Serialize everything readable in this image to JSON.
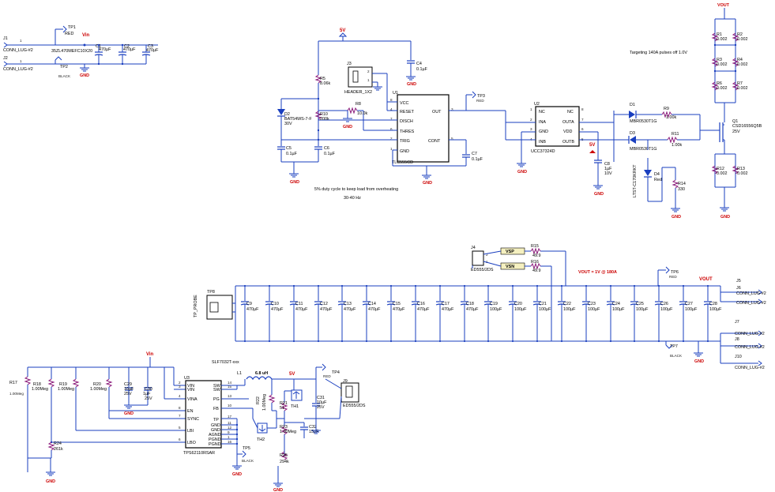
{
  "notes": {
    "targeting": "Targeting 140A pulses off 1.0V",
    "duty": "5% duty cycle to keep load from overheating",
    "freq": "30-40 Hz",
    "vout": "VOUT = 1V @ 180A"
  },
  "nets": {
    "vin": "Vin",
    "v5": "5V",
    "vout": "VOUT",
    "vsp": "VSP",
    "vsn": "VSN",
    "gnd": "GND"
  },
  "ics": {
    "u1": {
      "ref": "U1",
      "part": "TLC555CD",
      "pins_left": [
        "RESET",
        "DISCH",
        "THRES",
        "TRIG",
        "GND"
      ],
      "pin_vcc": "VCC",
      "pins_right": [
        "OUT",
        "CONT"
      ],
      "nums": [
        "8",
        "4",
        "7",
        "6",
        "2",
        "1",
        "3",
        "5"
      ]
    },
    "u2": {
      "ref": "U2",
      "part": "UCC37324D",
      "pins_left": [
        "NC",
        "INA",
        "GND",
        "INB"
      ],
      "pins_right": [
        "NC",
        "OUTA",
        "VDD",
        "OUTB"
      ],
      "nums_left": [
        "1",
        "2",
        "3",
        "4"
      ],
      "nums_right": [
        "8",
        "7",
        "6",
        "5"
      ]
    },
    "u3": {
      "ref": "U3",
      "part": "TPS62110RSAR",
      "pins_left": [
        "VIN",
        "VIN",
        "VINA",
        "EN",
        "SYNC",
        "LBI",
        "LBO"
      ],
      "pins_right": [
        "SW",
        "SW",
        "PG",
        "FB",
        "TP",
        "GND",
        "GND",
        "AGND",
        "PGND",
        "PGND"
      ],
      "nums_left": [
        "2",
        "3",
        "4",
        "8",
        "7",
        "5",
        "6"
      ],
      "nums_right": [
        "14",
        "15",
        "13",
        "10",
        "17",
        "11",
        "12",
        "9",
        "1",
        "16"
      ]
    }
  },
  "connectors": {
    "j1": {
      "ref": "J1",
      "label": "CONN_LUG-#2",
      "pin": "1"
    },
    "j2": {
      "ref": "J2",
      "label": "CONN_LUG-#2",
      "pin": "1"
    },
    "j3": {
      "ref": "J3",
      "label": "HEADER_1X2"
    },
    "j4": {
      "ref": "J4",
      "label": "ED555/2DS"
    },
    "j5": {
      "ref": "J5",
      "label": "CONN_LUG-#2"
    },
    "j6": {
      "ref": "J6",
      "label": "CONN_LUG-#2"
    },
    "j7": {
      "ref": "J7",
      "label": "CONN_LUG-#2"
    },
    "j8": {
      "ref": "J8",
      "label": "CONN_LUG-#2"
    },
    "j9": {
      "ref": "J9",
      "label": "ED555/2DS"
    },
    "j10": {
      "ref": "J10",
      "label": "CONN_LUG-#2"
    }
  },
  "testpoints": {
    "tp1": {
      "ref": "TP1",
      "color": "RED"
    },
    "tp2": {
      "ref": "TP2",
      "color": "BLACK"
    },
    "tp3": {
      "ref": "TP3",
      "color": "RED"
    },
    "tp4": {
      "ref": "TP4",
      "color": "RED"
    },
    "tp5": {
      "ref": "TP5",
      "color": "BLACK"
    },
    "tp6": {
      "ref": "TP6",
      "color": "RED"
    },
    "tp7": {
      "ref": "TP7",
      "color": "BLACK"
    },
    "tp8": {
      "ref": "TP8",
      "label": "TP_PROBE"
    }
  },
  "bulk": {
    "part": "35ZL470MEFC10X20",
    "c1": "C1",
    "c2": "C2",
    "c3": "C3",
    "val": "470µF"
  },
  "timer": {
    "r5": {
      "ref": "R5",
      "val": "8.06k"
    },
    "r8": {
      "ref": "R8",
      "val": "10.0k"
    },
    "r10": {
      "ref": "R10",
      "val": "200k"
    },
    "d2": {
      "ref": "D2",
      "part": "BAT54WS-7-F",
      "val": "30V"
    },
    "c4": {
      "ref": "C4",
      "val": "0.1µF"
    },
    "c5": {
      "ref": "C5",
      "val": "0.1µF"
    },
    "c6": {
      "ref": "C6",
      "val": "0.1µF"
    },
    "c7": {
      "ref": "C7",
      "val": "0.1µF"
    }
  },
  "driver": {
    "c8": {
      "ref": "C8",
      "val": "1µF",
      "volt": "10V"
    },
    "d1": {
      "ref": "D1",
      "part": "MBR0530T1G"
    },
    "d3": {
      "ref": "D3",
      "part": "MBR0530T1G"
    },
    "r9": {
      "ref": "R9",
      "val": "1.00k"
    },
    "r11": {
      "ref": "R11",
      "val": "1.00k"
    },
    "d4": {
      "ref": "D4",
      "part": "LTST-C170KRKT",
      "color": "Red"
    },
    "r14": {
      "ref": "R14",
      "val": "330"
    }
  },
  "load": {
    "q1": {
      "ref": "Q1",
      "part": "CSD16556Q5B",
      "volt": "25V"
    },
    "resistors": [
      {
        "ref": "R1",
        "val": "0.002"
      },
      {
        "ref": "R2",
        "val": "0.002"
      },
      {
        "ref": "R3",
        "val": "0.002"
      },
      {
        "ref": "R4",
        "val": "0.002"
      },
      {
        "ref": "R6",
        "val": "0.002"
      },
      {
        "ref": "R7",
        "val": "0.002"
      },
      {
        "ref": "R12",
        "val": "0.002"
      },
      {
        "ref": "R13",
        "val": "0.002"
      }
    ]
  },
  "sense": {
    "r15": {
      "ref": "R15",
      "val": "49.9"
    },
    "r16": {
      "ref": "R16",
      "val": "49.9"
    }
  },
  "caps": [
    {
      "ref": "C9",
      "val": "470µF"
    },
    {
      "ref": "C10",
      "val": "470µF"
    },
    {
      "ref": "C11",
      "val": "470µF"
    },
    {
      "ref": "C12",
      "val": "470µF"
    },
    {
      "ref": "C13",
      "val": "470µF"
    },
    {
      "ref": "C14",
      "val": "470µF"
    },
    {
      "ref": "C15",
      "val": "470µF"
    },
    {
      "ref": "C16",
      "val": "470µF"
    },
    {
      "ref": "C17",
      "val": "470µF"
    },
    {
      "ref": "C18",
      "val": "470µF"
    },
    {
      "ref": "C19",
      "val": "100µF"
    },
    {
      "ref": "C20",
      "val": "100µF"
    },
    {
      "ref": "C21",
      "val": "100µF"
    },
    {
      "ref": "C22",
      "val": "100µF"
    },
    {
      "ref": "C23",
      "val": "100µF"
    },
    {
      "ref": "C24",
      "val": "100µF"
    },
    {
      "ref": "C25",
      "val": "100µF"
    },
    {
      "ref": "C26",
      "val": "100µF"
    },
    {
      "ref": "C27",
      "val": "100µF"
    },
    {
      "ref": "C28",
      "val": "100µF"
    }
  ],
  "buck": {
    "r17": {
      "ref": "R17",
      "val": "1.00Meg"
    },
    "r18": {
      "ref": "R18",
      "val": "1.00Meg"
    },
    "r19": {
      "ref": "R19",
      "val": "1.00Meg"
    },
    "r20": {
      "ref": "R20",
      "val": "1.00Meg"
    },
    "r24": {
      "ref": "R24",
      "val": "261k"
    },
    "c29": {
      "ref": "C29",
      "val": "10µF",
      "volt": "25V"
    },
    "c30": {
      "ref": "C30",
      "val": "1µF",
      "volt": "25V"
    },
    "l1": {
      "ref": "L1",
      "part": "SLF7032T-xxx",
      "val": "6.8 uH"
    },
    "r22": {
      "ref": "R22",
      "val": "1.00Meg"
    },
    "r21": {
      "ref": "R21",
      "val": "51"
    },
    "r23": {
      "ref": "R23",
      "val": "1.00Meg"
    },
    "r25": {
      "ref": "R25",
      "val": "294k"
    },
    "th1": {
      "ref": "TH1"
    },
    "th2": {
      "ref": "TH2"
    },
    "c31": {
      "ref": "C31",
      "val": "10µF",
      "volt": "25V"
    },
    "c32": {
      "ref": "C32",
      "val": "15pF"
    }
  }
}
